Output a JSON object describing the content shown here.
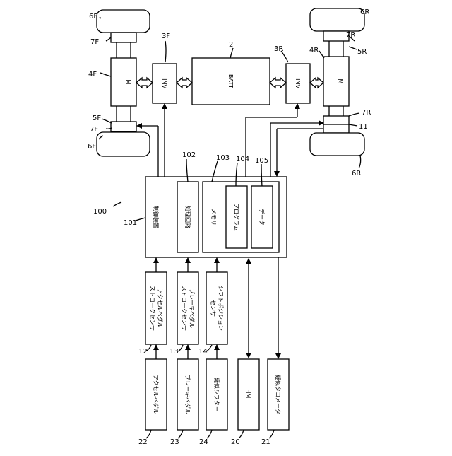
{
  "system_ref": "100",
  "battery": {
    "ref": "2",
    "label": "BATT"
  },
  "front": {
    "motor": {
      "ref": "4F",
      "label": "M"
    },
    "inverter": {
      "ref": "3F",
      "label": "INV"
    },
    "wheel_top_ref": "6F",
    "wheel_bottom_ref": "6F",
    "hub_top_ref": "7F",
    "hub_bottom_ref": "7F",
    "axle_ref": "5F"
  },
  "rear": {
    "motor": {
      "ref": "4R",
      "label": "M"
    },
    "inverter": {
      "ref": "3R",
      "label": "INV"
    },
    "wheel_top_ref": "6R",
    "wheel_bottom_ref": "6R",
    "hub_top_ref": "7R",
    "hub_bottom_ref": "7R",
    "axle_ref": "5R",
    "sensor_ref": "11"
  },
  "controller": {
    "ref": "101",
    "label": "制御装置",
    "processor": {
      "ref": "102",
      "label": "処理回路"
    },
    "memory": {
      "ref": "103",
      "label": "メモリ"
    },
    "program": {
      "ref": "104",
      "label": "プログラム"
    },
    "data": {
      "ref": "105",
      "label": "データ"
    }
  },
  "sensors": [
    {
      "ref": "12",
      "label": "アクセルペダル\nストロークセンサ"
    },
    {
      "ref": "13",
      "label": "ブレーキペダル\nストロークセンサ"
    },
    {
      "ref": "14",
      "label": "シフトポジション\nセンサ"
    }
  ],
  "inputs": [
    {
      "ref": "22",
      "label": "アクセルペダル"
    },
    {
      "ref": "23",
      "label": "ブレーキペダル"
    },
    {
      "ref": "24",
      "label": "疑似シフター"
    },
    {
      "ref": "20",
      "label": "HMI"
    },
    {
      "ref": "21",
      "label": "疑似タコメータ"
    }
  ]
}
